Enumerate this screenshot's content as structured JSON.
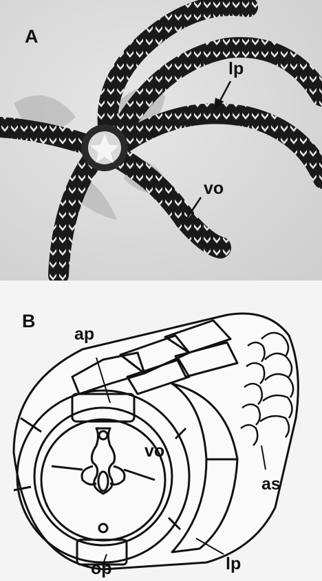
{
  "figure": {
    "panel_a": {
      "letter": "A",
      "labels": {
        "lp": "lp",
        "vo": "vo"
      }
    },
    "panel_b": {
      "letter": "B",
      "labels": {
        "ap": "ap",
        "vo": "vo",
        "as": "as",
        "op": "op",
        "lp": "lp"
      }
    }
  },
  "colors": {
    "photo_bg": "#dcdcdc",
    "arm_dark": "#1a1a1a",
    "arm_light": "#e8e8e8",
    "drawing_bg": "#f4f4f4",
    "ink": "#111111"
  }
}
